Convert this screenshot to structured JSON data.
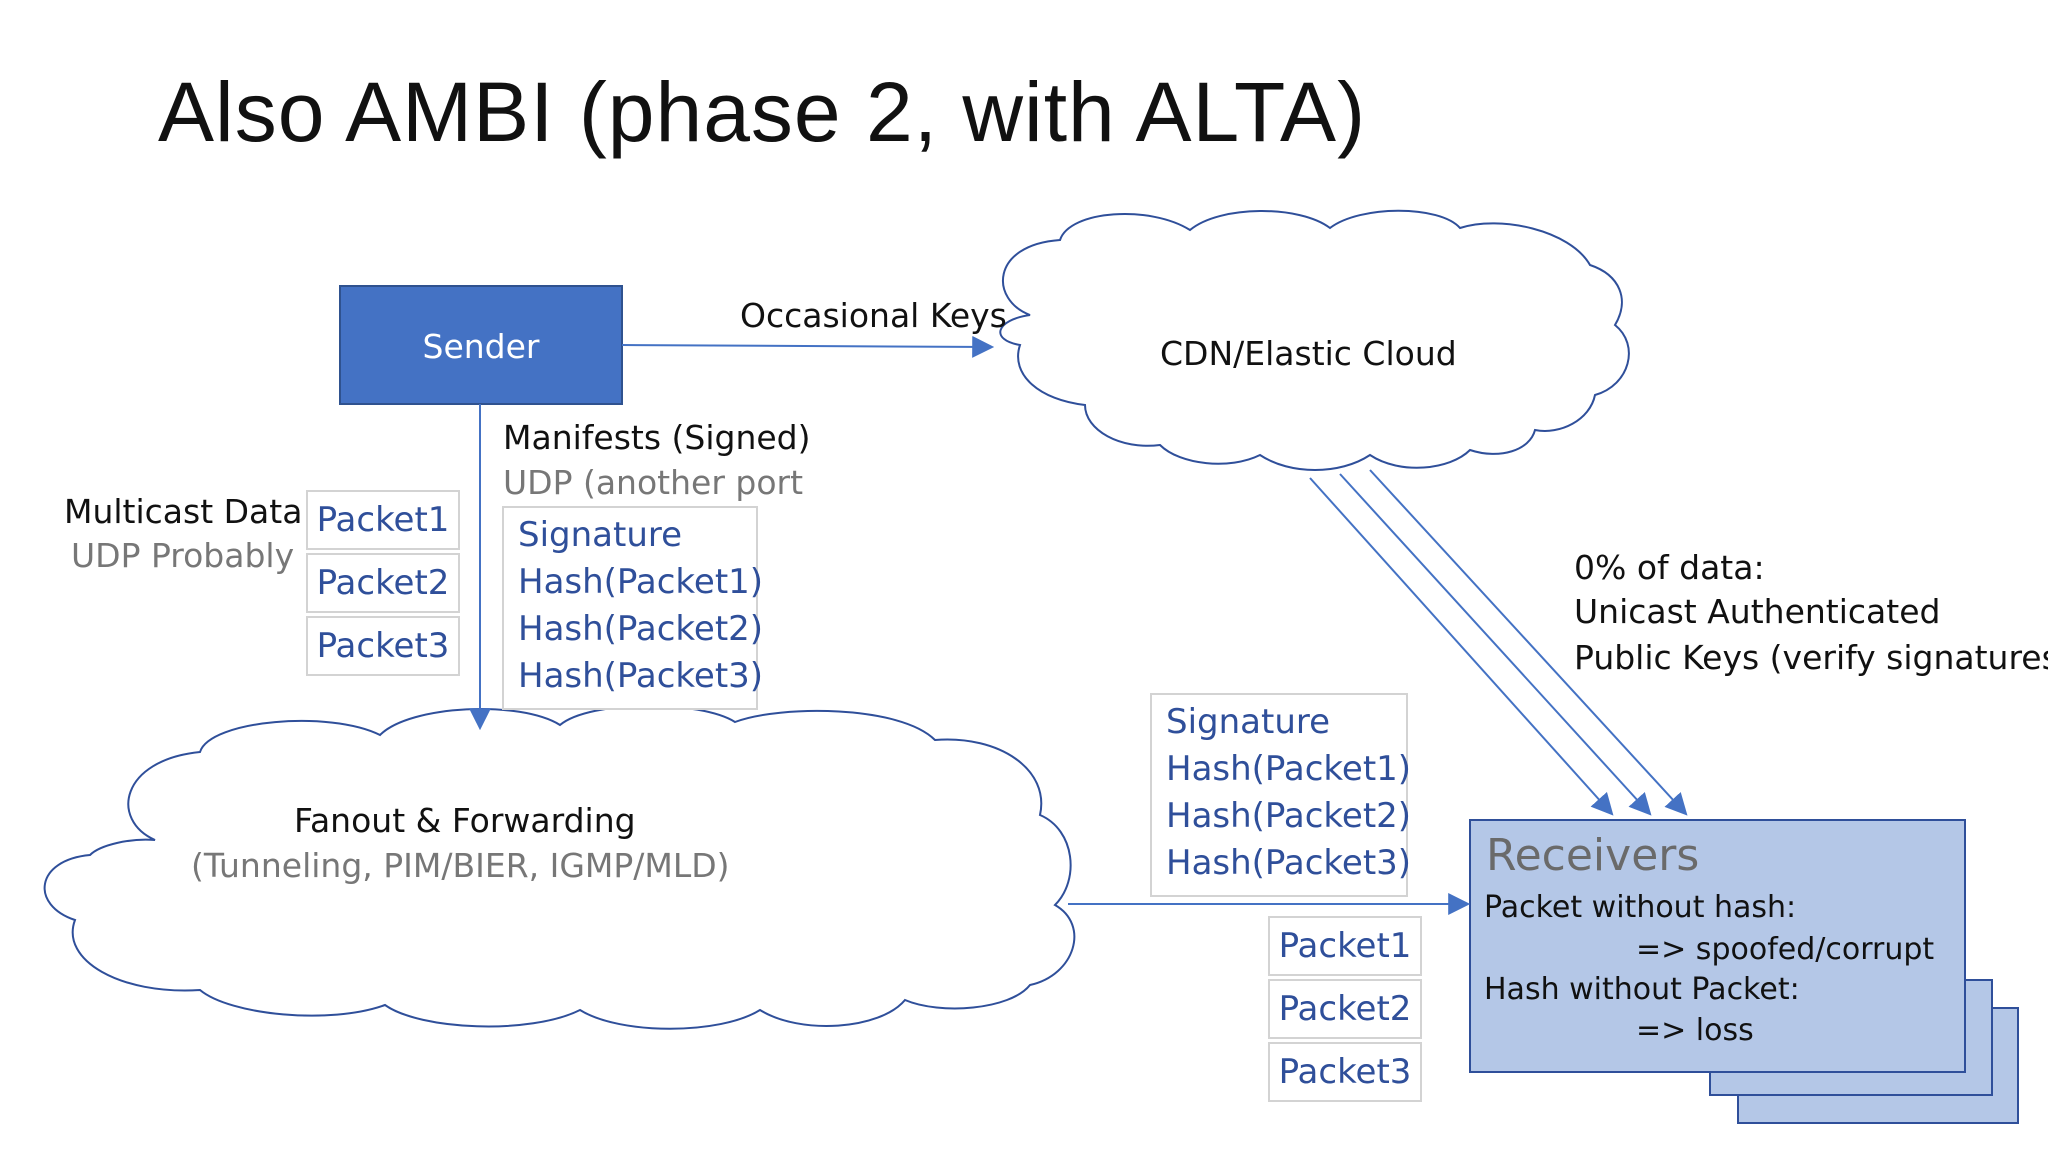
{
  "title": "Also AMBI (phase 2, with ALTA)",
  "sender": {
    "label": "Sender"
  },
  "cdn": {
    "label": "CDN/Elastic Cloud"
  },
  "fanout": {
    "label": "Fanout & Forwarding",
    "sublabel": "(Tunneling, PIM/BIER, IGMP/MLD)"
  },
  "occasional_keys": {
    "label": "Occasional Keys"
  },
  "multicast": {
    "label": "Multicast Data",
    "sublabel": "UDP Probably"
  },
  "manifests": {
    "label": "Manifests (Signed)",
    "sublabel": "UDP (another port"
  },
  "manifest_box": {
    "lines": [
      "Signature",
      "Hash(Packet1)",
      "Hash(Packet2)",
      "Hash(Packet3)"
    ]
  },
  "packets_left": [
    "Packet1",
    "Packet2",
    "Packet3"
  ],
  "manifest_box_right": {
    "lines": [
      "Signature",
      "Hash(Packet1)",
      "Hash(Packet2)",
      "Hash(Packet3)"
    ]
  },
  "packets_right": [
    "Packet1",
    "Packet2",
    "Packet3"
  ],
  "unicast": {
    "line1": "0% of data:",
    "line2": "Unicast Authenticated",
    "line3": "Public Keys (verify signatures)"
  },
  "receivers": {
    "title": "Receivers",
    "line1": "Packet without hash:",
    "line2": "=> spoofed/corrupt",
    "line3": "Hash without Packet:",
    "line4": "=> loss"
  },
  "colors": {
    "sender_fill": "#4472c4",
    "sender_stroke": "#2f528f",
    "receiver_fill": "#b4c7e7",
    "receiver_stroke": "#2f4f9a",
    "arrow": "#4472c4",
    "text_blue": "#2f4f9a",
    "text_gray": "#777777"
  }
}
